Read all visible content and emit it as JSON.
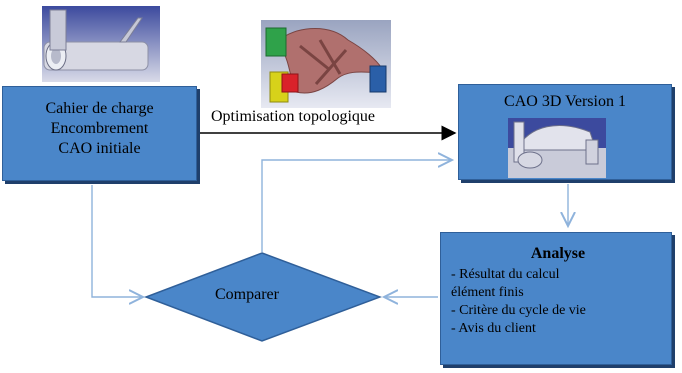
{
  "nodes": {
    "spec": {
      "lines": [
        "Cahier de charge",
        "Encombrement",
        "CAO initiale"
      ]
    },
    "cao": {
      "title": "CAO 3D Version 1"
    },
    "analyse": {
      "title": "Analyse",
      "items": [
        "- Résultat du calcul",
        "élément finis",
        "- Critère du cycle de vie",
        "- Avis du client"
      ]
    },
    "compare": {
      "label": "Comparer"
    }
  },
  "edges": {
    "optimisation_label": "Optimisation topologique"
  },
  "images": {
    "initial_cad": "cad-tube-bracket-render",
    "topology_result": "topology-optimized-part-render",
    "cad_v1": "cad-version1-render"
  },
  "colors": {
    "box_fill": "#4a86c9",
    "box_border": "#2f5f99",
    "box_shadow": "#1f3f6b",
    "connector": "#8fb3dc",
    "arrow_black": "#000000",
    "diamond_fill": "#4a86c9"
  }
}
